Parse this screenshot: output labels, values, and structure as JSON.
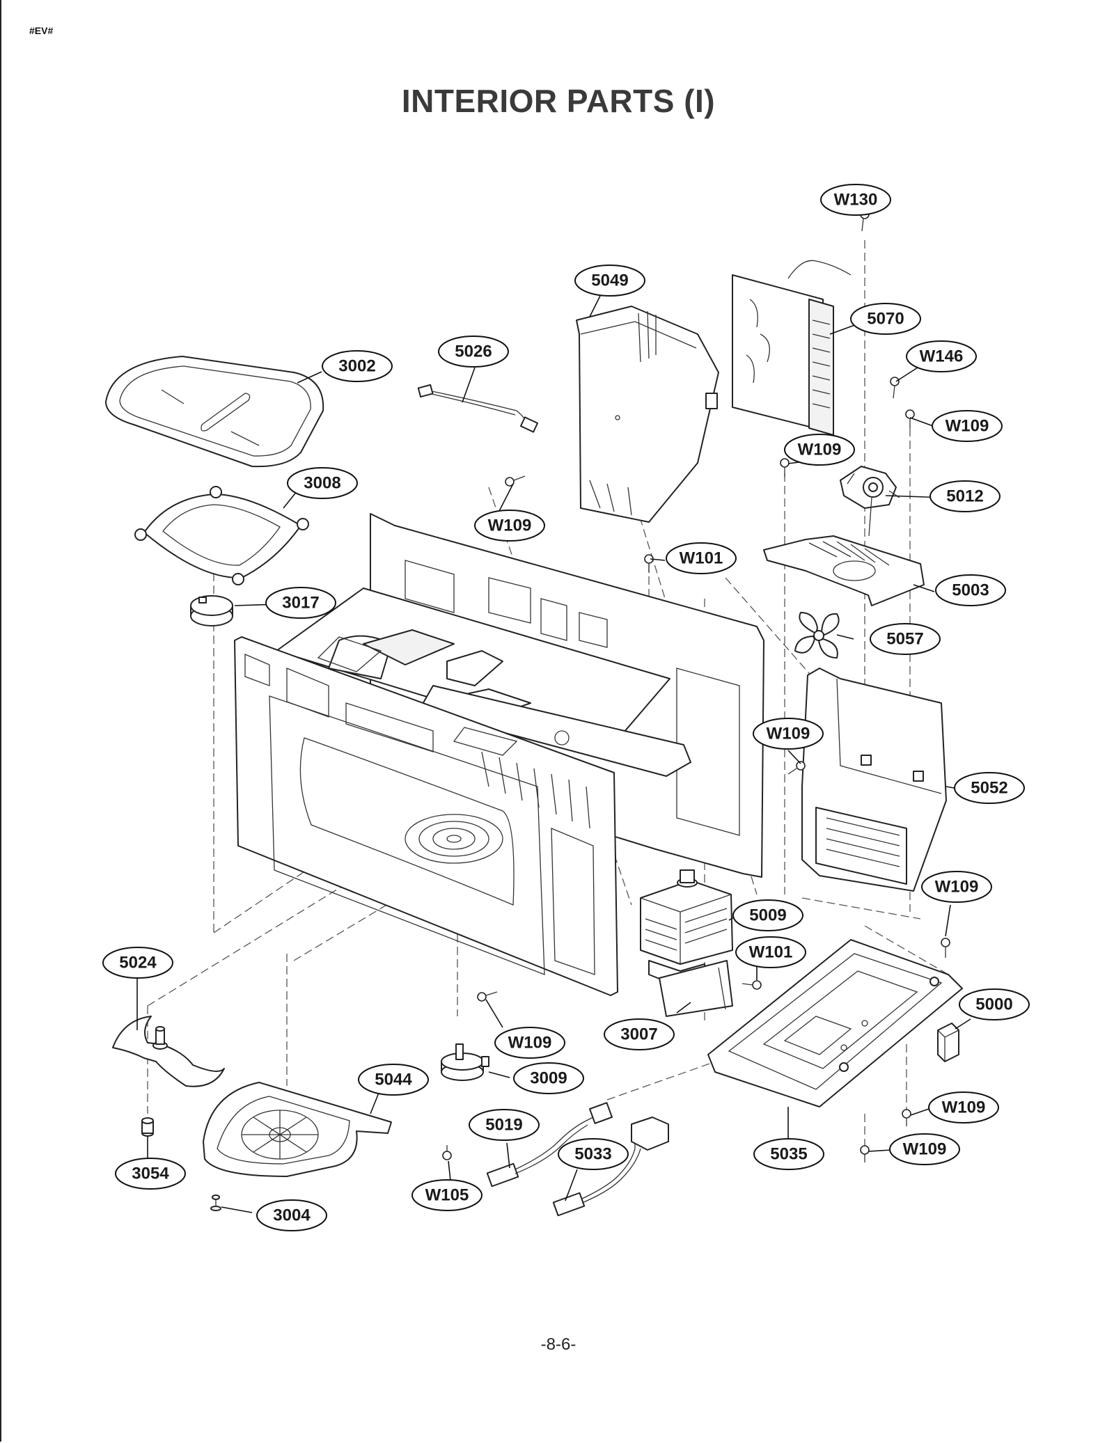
{
  "header_code": "#EV#",
  "title": "INTERIOR PARTS (I)",
  "page_number": "-8-6-",
  "callouts": [
    "W130",
    "5049",
    "5070",
    "W146",
    "5026",
    "3002",
    "W109",
    "W109",
    "5012",
    "3008",
    "W109",
    "W101",
    "5003",
    "3017",
    "5057",
    "W109",
    "5052",
    "W109",
    "5009",
    "W101",
    "5024",
    "5000",
    "3007",
    "W109",
    "3009",
    "5044",
    "W109",
    "5019",
    "5033",
    "5035",
    "W109",
    "3054",
    "W105",
    "3004"
  ]
}
